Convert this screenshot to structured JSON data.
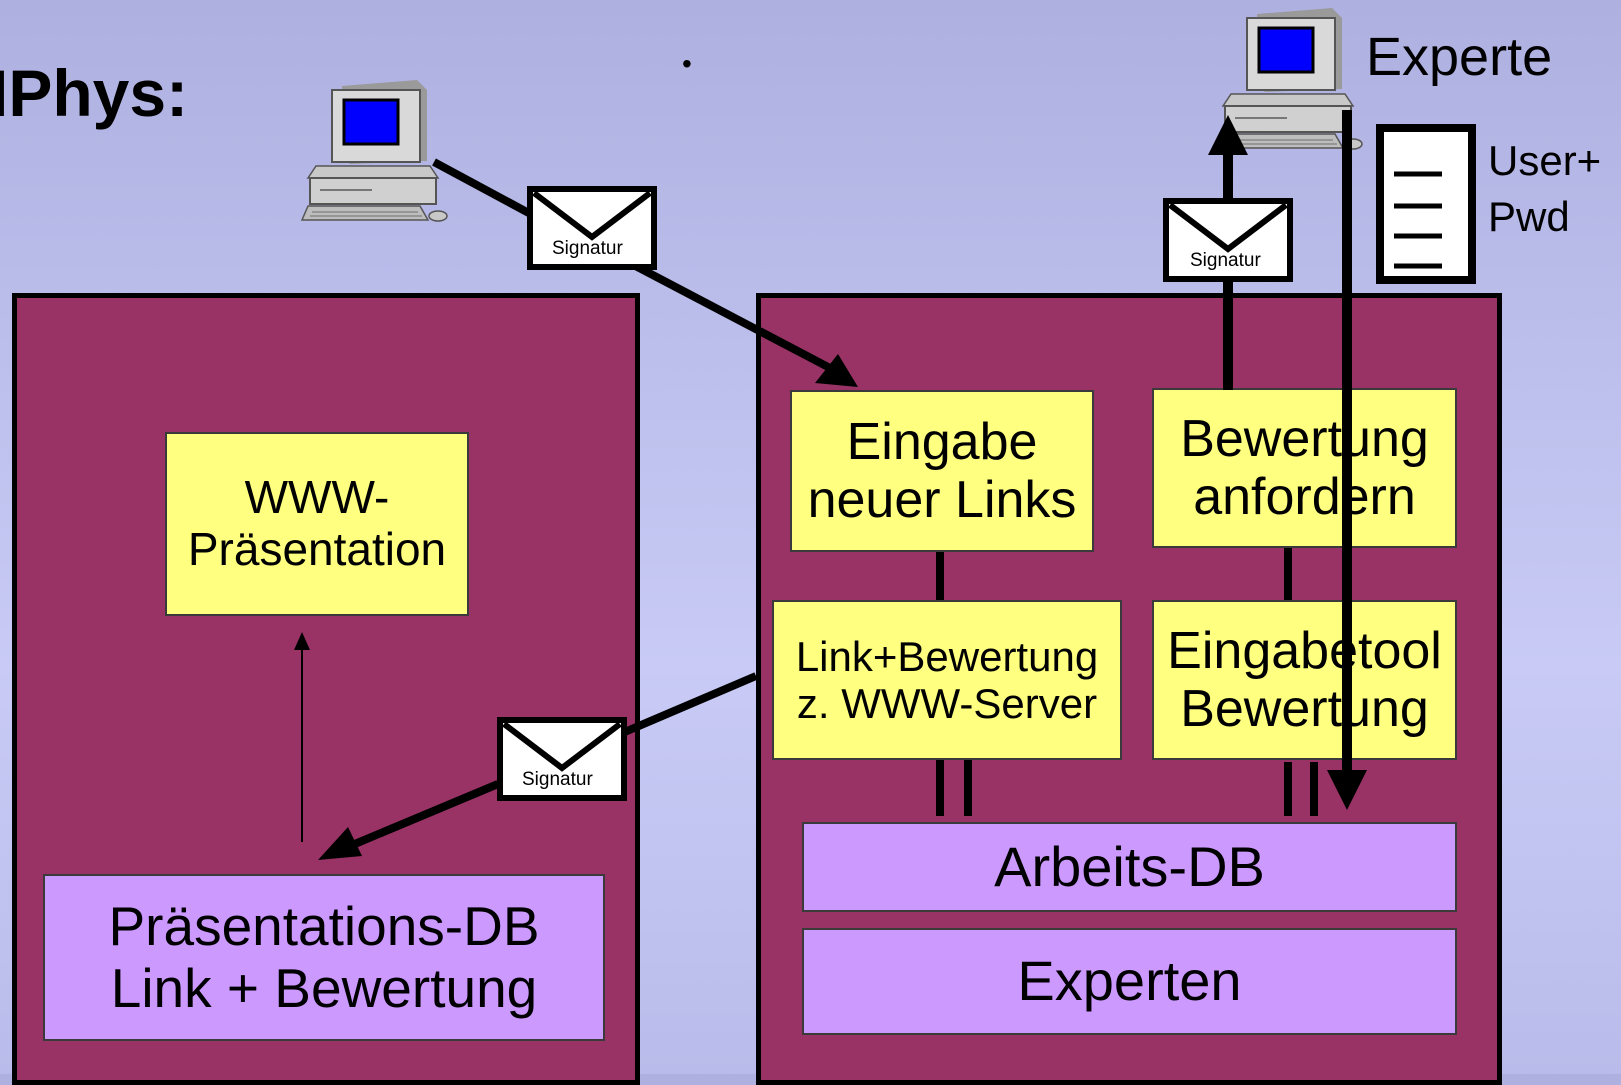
{
  "title": "IPhys:",
  "bullet": "•",
  "experte_label": "Experte",
  "credentials": {
    "line1": "User+",
    "line2": "Pwd"
  },
  "envelopes": {
    "signature_label": "Signatur"
  },
  "right_panel": {
    "eingabe": {
      "line1": "Eingabe",
      "line2": "neuer Links"
    },
    "bewertung_anfordern": {
      "line1": "Bewertung",
      "line2": "anfordern"
    },
    "link_server": {
      "line1": "Link+Bewertung",
      "line2": "z. WWW-Server"
    },
    "eingabetool": {
      "line1": "Eingabetool",
      "line2": "Bewertung"
    },
    "arbeits_db": "Arbeits-DB",
    "experten": "Experten"
  },
  "left_panel": {
    "www": {
      "line1": "WWW-",
      "line2": "Präsentation"
    },
    "praes_db": {
      "line1": "Präsentations-DB",
      "line2": "Link + Bewertung"
    }
  },
  "colors": {
    "panel": "#993366",
    "process_box": "#ffff80",
    "database_box": "#cc99ff",
    "screen": "#0000ff"
  }
}
